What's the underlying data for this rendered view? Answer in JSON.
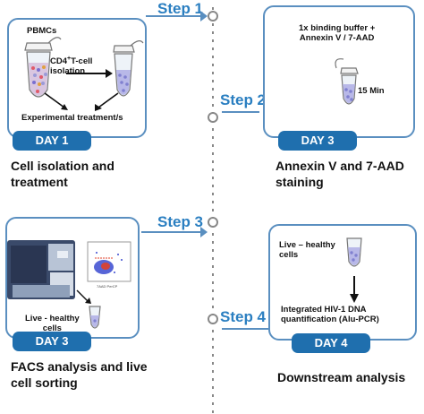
{
  "steps": [
    "Step 1",
    "Step 2",
    "Step 3",
    "Step 4"
  ],
  "panel1": {
    "pbmcs_label": "PBMCs",
    "isolation_label_main": "CD4",
    "isolation_label_sup": "+",
    "isolation_label_rest": "T-cell",
    "isolation_label_line2": "isolation",
    "treatment_label": "Experimental treatment/s",
    "day": "DAY 1",
    "caption_line1": "Cell isolation and",
    "caption_line2": "treatment"
  },
  "panel2": {
    "buffer_line1": "1x binding buffer +",
    "buffer_line2": "Annexin V / 7-AAD",
    "time_label": "15 Min",
    "day": "DAY 3",
    "caption_line1": "Annexin V and 7-AAD",
    "caption_line2": "staining"
  },
  "panel3": {
    "cells_line1": "Live - healthy",
    "cells_line2": "cells",
    "axis_label": "7AAD PerCP",
    "day": "DAY 3",
    "caption_line1": "FACS analysis and live",
    "caption_line2": "cell sorting"
  },
  "panel4": {
    "cells_line1": "Live – healthy",
    "cells_line2": "cells",
    "result_line1": "Integrated HIV-1 DNA",
    "result_line2": "quantification (Alu-PCR)",
    "day": "DAY 4",
    "caption": "Downstream analysis"
  },
  "colors": {
    "accent": "#2b7fc1",
    "day_badge": "#1f6fae",
    "border": "#5a8fc0",
    "cells": "#9a9ad8"
  }
}
